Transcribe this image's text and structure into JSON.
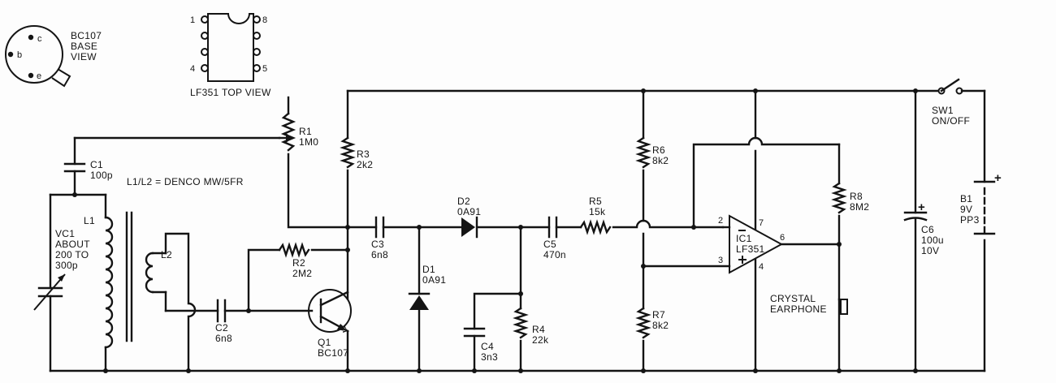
{
  "labels": {
    "bc107_pin_c": "c",
    "bc107_pin_b": "b",
    "bc107_pin_e": "e",
    "bc107_title_1": "BC107",
    "bc107_title_2": "BASE",
    "bc107_title_3": "VIEW",
    "lf351_pin1": "1",
    "lf351_pin8": "8",
    "lf351_pin4": "4",
    "lf351_pin5": "5",
    "lf351_title": "LF351 TOP VIEW",
    "c1_name": "C1",
    "c1_value": "100p",
    "coil_note": "L1/L2 = DENCO MW/5FR",
    "vc1_name": "VC1",
    "vc1_line2": "ABOUT",
    "vc1_line3": "200 TO",
    "vc1_line4": "300p",
    "l1_name": "L1",
    "l2_name": "L2",
    "r1_name": "R1",
    "r1_value": "1M0",
    "r2_name": "R2",
    "r2_value": "2M2",
    "r3_name": "R3",
    "r3_value": "2k2",
    "c2_name": "C2",
    "c2_value": "6n8",
    "c3_name": "C3",
    "c3_value": "6n8",
    "q1_name": "Q1",
    "q1_type": "BC107",
    "d1_name": "D1",
    "d1_type": "0A91",
    "d2_name": "D2",
    "d2_type": "0A91",
    "c4_name": "C4",
    "c4_value": "3n3",
    "r4_name": "R4",
    "r4_value": "22k",
    "c5_name": "C5",
    "c5_value": "470n",
    "r5_name": "R5",
    "r5_value": "15k",
    "r6_name": "R6",
    "r6_value": "8k2",
    "r7_name": "R7",
    "r7_value": "8k2",
    "ic1_name": "IC1",
    "ic1_type": "LF351",
    "ic_pin2": "2",
    "ic_pin3": "3",
    "ic_pin4": "4",
    "ic_pin6": "6",
    "ic_pin7": "7",
    "ic_minus": "−",
    "ic_plus": "+",
    "r8_name": "R8",
    "r8_value": "8M2",
    "earphone_1": "CRYSTAL",
    "earphone_2": "EARPHONE",
    "c6_name": "C6",
    "c6_value": "100u",
    "c6_voltage": "10V",
    "c6_plus": "+",
    "sw1_name": "SW1",
    "sw1_label": "ON/OFF",
    "b1_name": "B1",
    "b1_voltage": "9V",
    "b1_type": "PP3",
    "b1_plus": "+"
  }
}
